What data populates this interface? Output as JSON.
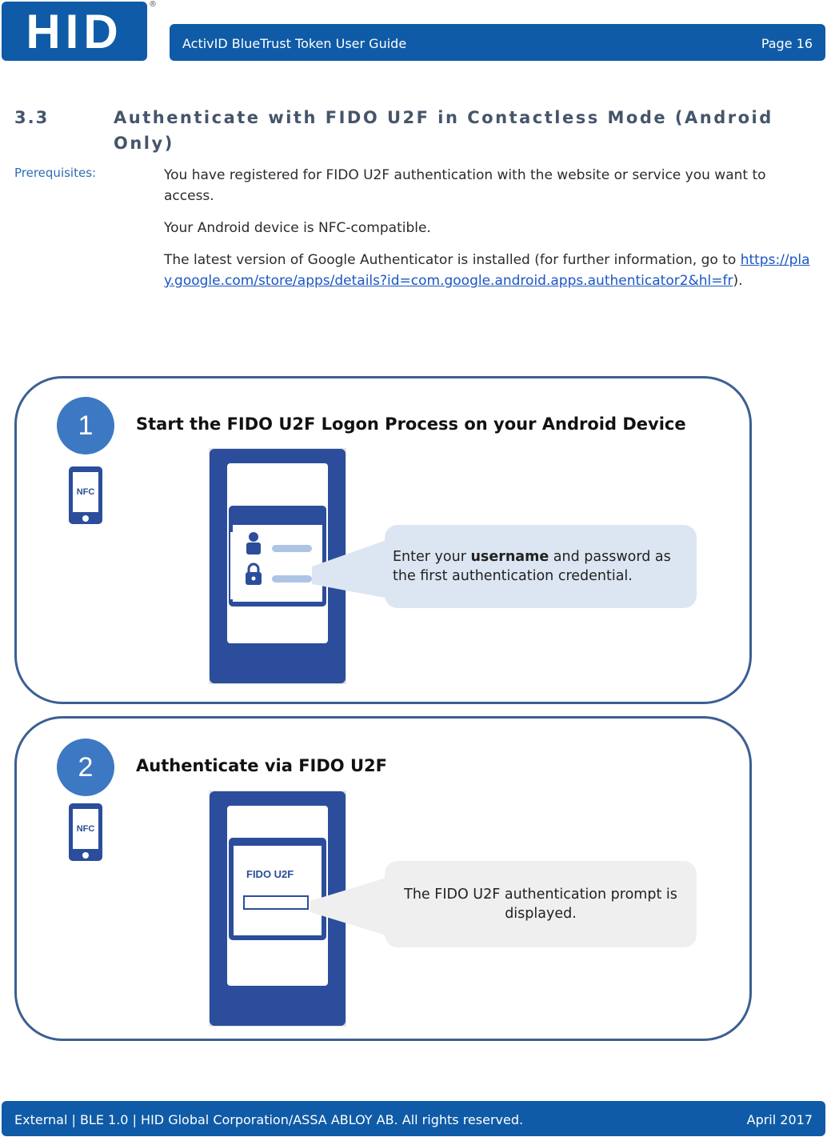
{
  "header": {
    "logo": "HID",
    "registered_mark": "®",
    "title": "ActivID BlueTrust Token User Guide",
    "page": "Page 16"
  },
  "section": {
    "number": "3.3",
    "title": "Authenticate with FIDO U2F in Contactless Mode (Android Only)"
  },
  "prerequisites": {
    "label": "Prerequisites:",
    "items": [
      "You have registered for FIDO U2F authentication with the website or service you want to access.",
      "Your Android device is NFC-compatible."
    ],
    "item3_before": "The latest version of Google Authenticator is installed (for further information, go to ",
    "item3_link": "https://play.google.com/store/apps/details?id=com.google.android.apps.authenticator2&hl=fr",
    "item3_after": ")."
  },
  "steps": [
    {
      "number": "1",
      "title": "Start the FIDO U2F Logon Process on your Android Device",
      "nfc_label": "NFC",
      "bubble_before": "Enter your ",
      "bubble_bold": "username",
      "bubble_after": " and password as the first authentication credential."
    },
    {
      "number": "2",
      "title": "Authenticate via FIDO U2F",
      "nfc_label": "NFC",
      "screen_label": "FIDO U2F",
      "bubble_text": "The FIDO U2F authentication prompt is displayed."
    }
  ],
  "footer": {
    "left": "External | BLE 1.0 | HID Global Corporation/ASSA ABLOY AB. All rights reserved.",
    "right": "April 2017"
  },
  "colors": {
    "brand_blue": "#0f5ba7",
    "phone_blue": "#2b4d9b",
    "step_circle": "#3d78c2",
    "bubble1": "#dce6f2",
    "bubble2": "#efefef"
  }
}
